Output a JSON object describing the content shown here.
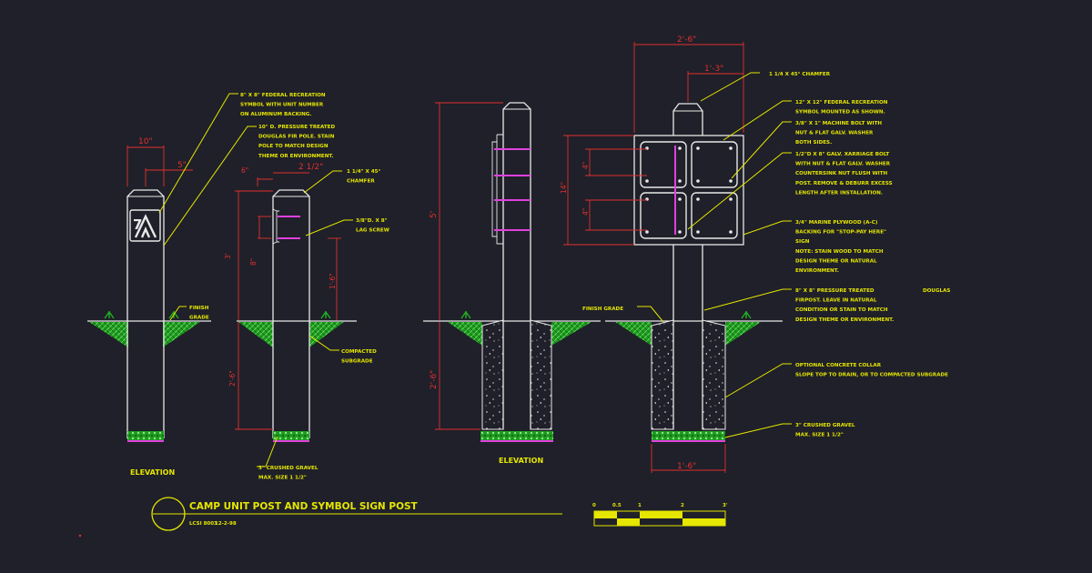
{
  "title": {
    "main": "CAMP UNIT POST AND SYMBOL SIGN POST",
    "sub": "LCSI 8003",
    "date": "12-2-98"
  },
  "labels": {
    "elevation_left": "ELEVATION",
    "elevation_right": "ELEVATION"
  },
  "notes": {
    "left": [
      {
        "lines": [
          "8\" X 8\" FEDERAL RECREATION",
          "SYMBOL WITH UNIT NUMBER",
          "ON ALUMINUM BACKING."
        ]
      },
      {
        "lines": [
          "10\" D. PRESSURE TREATED",
          "DOUGLAS FIR POLE. STAIN",
          "POLE TO MATCH DESIGN",
          "THEME OR ENVIRONMENT."
        ]
      },
      {
        "lines": [
          "1 1/4\" X 45°",
          "CHAMFER"
        ]
      },
      {
        "lines": [
          "3/8\"D. X 8\"",
          "LAG SCREW"
        ]
      },
      {
        "lines": [
          "FINISH",
          "GRADE"
        ]
      },
      {
        "lines": [
          "COMPACTED",
          "SUBGRADE"
        ]
      },
      {
        "lines": [
          "3\" CRUSHED GRAVEL",
          "MAX. SIZE 1 1/2\""
        ]
      }
    ],
    "right": [
      {
        "lines": [
          "1 1/4 X 45° CHAMFER"
        ]
      },
      {
        "lines": [
          "12\" X 12\" FEDERAL RECREATION",
          "SYMBOL MOUNTED AS SHOWN."
        ]
      },
      {
        "lines": [
          "3/8\" X 1\" MACHINE BOLT WITH",
          "NUT & FLAT GALV. WASHER",
          "BOTH SIDES."
        ]
      },
      {
        "lines": [
          "1/2\"D X 8\" GALV. XARRIAGE BOLT",
          "WITH NUT & FLAT GALV. WASHER",
          "COUNTERSINK NUT FLUSH WITH",
          "POST. REMOVE & DEBURR EXCESS",
          "LENGTH AFTER INSTALLATION."
        ]
      },
      {
        "lines": [
          "3/4\" MARINE PLYWOOD (A-C)",
          "BACKING FOR \"STOP-PAY HERE\"",
          "SIGN",
          "NOTE: STAIN WOOD TO MATCH",
          "DESIGN THEME OR NATURAL",
          "ENVIRONMENT."
        ]
      },
      {
        "lines": [
          "8\" X 8\" PRESSURE TREATED",
          "FIRPOST. LEAVE IN NATURAL",
          "CONDITION OR STAIN TO MATCH",
          "DESIGN THEME OR ENVIRONMENT."
        ],
        "extra": "DOUGLAS"
      },
      {
        "lines": [
          "OPTIONAL CONCRETE COLLAR",
          "SLOPE TOP TO DRAIN, OR TO COMPACTED SUBGRADE"
        ]
      },
      {
        "lines": [
          "3\" CRUSHED GRAVEL",
          "MAX. SIZE 1 1/2\""
        ]
      }
    ],
    "finish_grade_mid": "FINISH GRADE"
  },
  "dims": {
    "d10": "10\"",
    "d5": "5\"",
    "d6": "6\"",
    "d2_1_2": "2 1/2\"",
    "d3ft": "3'",
    "d8": "8\"",
    "d1_6a": "1'-6\"",
    "d2_6a": "2'-6\"",
    "d5ft": "5'",
    "d2_6b": "2'-6\"",
    "d2_6top": "2'-6\"",
    "d1_3": "1'-3\"",
    "d14": "14\"",
    "d4": "4\"",
    "d4b": "4\"",
    "d1_6b": "1'-6\""
  },
  "symbol": {
    "unit_number": "7"
  },
  "scale": {
    "ticks": [
      "0",
      "0.5",
      "1",
      "2",
      "3'"
    ]
  },
  "colors": {
    "background": "#1f2029",
    "linework": "#e8e8e8",
    "dimension": "#e23030",
    "note": "#e6e600",
    "hardware": "#e040e0",
    "ground": "#22b022"
  }
}
